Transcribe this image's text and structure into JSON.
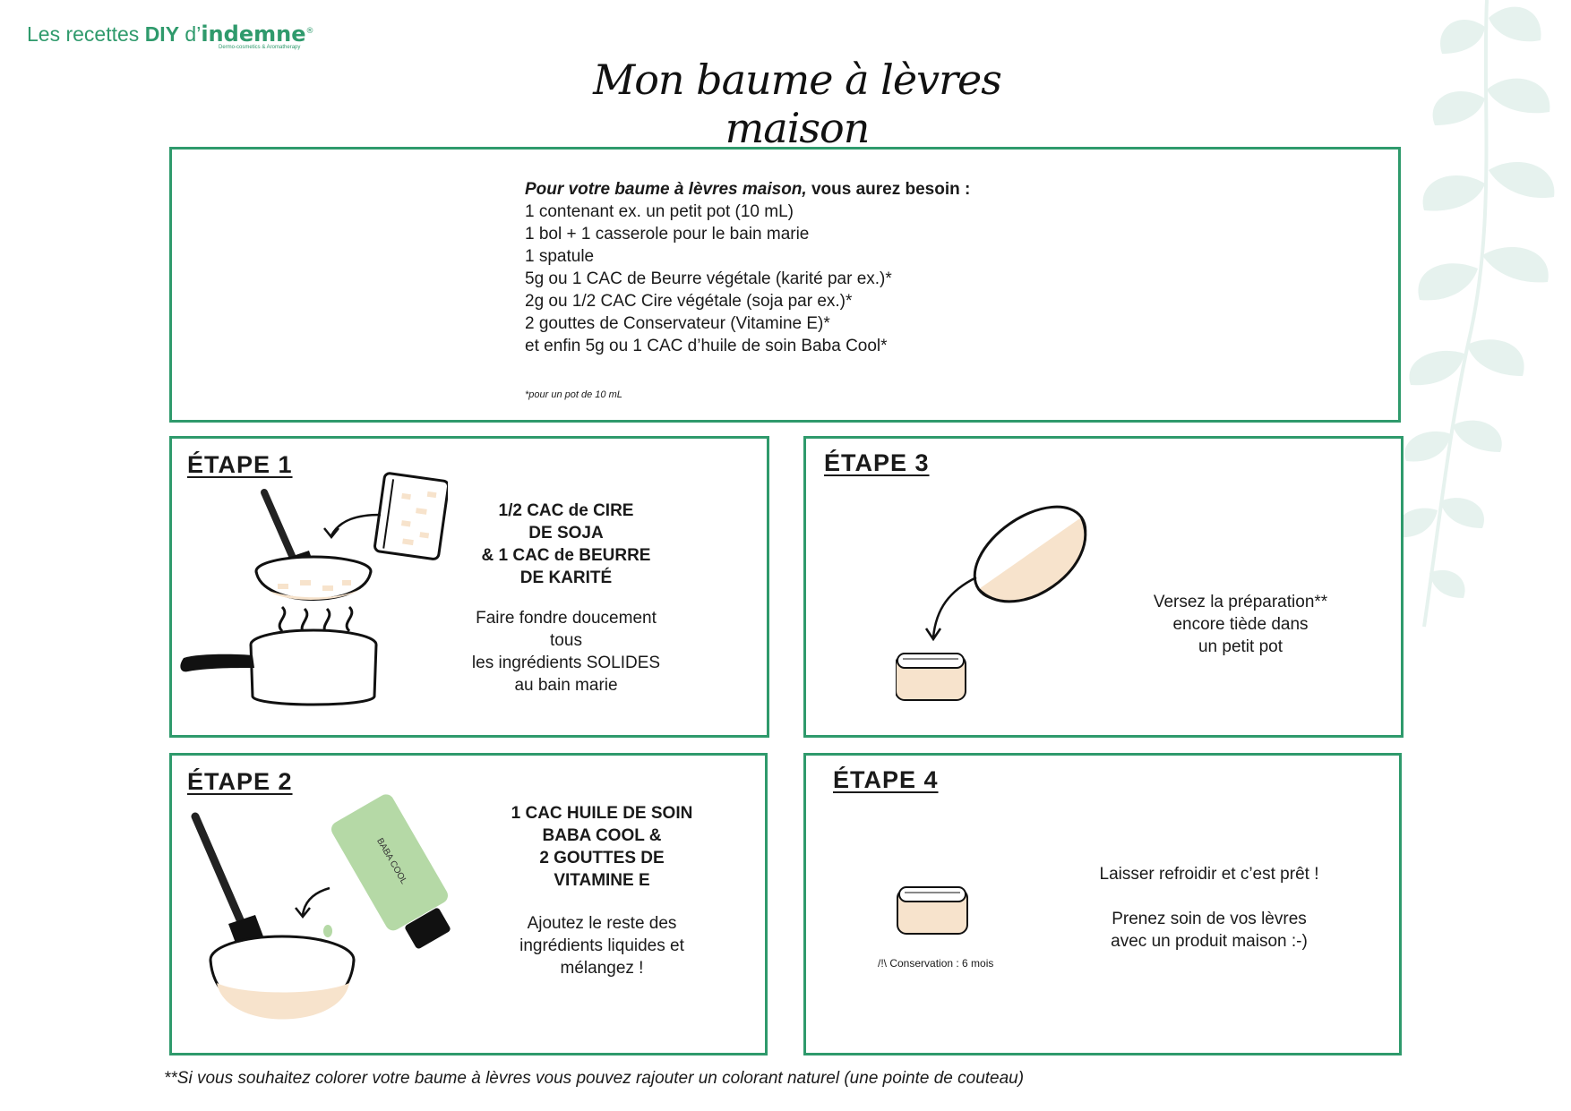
{
  "brand": {
    "prefix": "Les recettes ",
    "diy": "DIY",
    "mid": " d’",
    "logo": "indemne",
    "reg": "®",
    "tagline": "Dermo-cosmetics & Aromatherapy"
  },
  "title": "Mon baume à lèvres maison",
  "ingredients": {
    "intro_italic": "Pour votre baume à lèvres maison,",
    "intro_rest": " vous aurez besoin :",
    "items": [
      "1 contenant ex. un petit pot (10 mL)",
      "1 bol + 1 casserole pour le bain marie",
      "1 spatule",
      "5g ou 1 CAC de Beurre végétale (karité par ex.)*",
      "2g ou 1/2 CAC Cire végétale (soja par ex.)*",
      "2 gouttes de Conservateur (Vitamine E)*",
      "et enfin 5g ou 1 CAC d’huile de soin Baba Cool*"
    ],
    "note": "*pour un pot de 10 mL"
  },
  "steps": {
    "step1": {
      "title": "ÉTAPE 1",
      "bold": [
        "1/2 CAC de CIRE",
        "DE SOJA",
        "& 1 CAC de BEURRE",
        "DE KARITÉ"
      ],
      "text": [
        "Faire fondre doucement tous",
        "les ingrédients SOLIDES",
        "au bain marie"
      ]
    },
    "step2": {
      "title": "ÉTAPE 2",
      "bold": [
        "1 CAC HUILE DE SOIN",
        "BABA COOL &",
        "2 GOUTTES DE",
        "VITAMINE E"
      ],
      "text": [
        "Ajoutez le reste des",
        "ingrédients liquides et",
        "mélangez !"
      ],
      "bottle_label": "BABA COOL"
    },
    "step3": {
      "title": "ÉTAPE 3",
      "text": [
        "Versez la préparation**",
        "encore tiède dans",
        "un petit pot"
      ]
    },
    "step4": {
      "title": "ÉTAPE 4",
      "text": [
        "Laisser refroidir et c’est prêt !",
        "",
        "Prenez soin de vos lèvres",
        "avec un produit maison :-)"
      ],
      "conservation": "/!\\ Conservation : 6 mois"
    }
  },
  "footnote": "**Si vous souhaitez colorer votre baume à lèvres vous pouvez rajouter un colorant naturel (une pointe de couteau)",
  "colors": {
    "accent": "#2f9a6c",
    "cream": "#f7e3cc",
    "bottle": "#b5d9a6",
    "leaf": "#e6f2ee"
  },
  "icons": [
    "leaf-vine-icon",
    "pot-icon",
    "bowl-icon",
    "spatula-icon",
    "jar-icon",
    "bag-icon",
    "bottle-icon",
    "arrow-icon"
  ]
}
